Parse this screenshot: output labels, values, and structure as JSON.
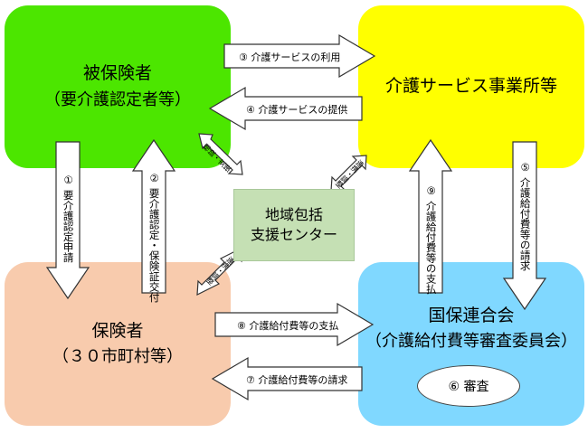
{
  "boxes": {
    "insured": {
      "line1": "被保険者",
      "line2": "（要介護認定者等）"
    },
    "provider": {
      "line1": "介護サービス事業所等"
    },
    "insurer": {
      "line1": "保険者",
      "line2": "（３０市町村等）"
    },
    "kokuho": {
      "line1": "国保連合会",
      "line2": "（介護給付費等審査委員会）"
    },
    "center": {
      "line1": "地域包括",
      "line2": "支援センター"
    },
    "review": {
      "label": "⑥ 審査"
    }
  },
  "arrows": {
    "a1": "① 要介護認定申請",
    "a2": "② 要介護認定・保険証交付",
    "a3": "③ 介護サービスの利用",
    "a4": "④ 介護サービスの提供",
    "a5": "⑤ 介護給付費等の請求",
    "a7": "⑦ 介護給付費等の請求",
    "a8": "⑧ 介護給付費等の支払",
    "a9": "⑨ 介護給付費等の支払"
  },
  "links": {
    "insured_center": "相談・支援",
    "provider_center": "連携・調整",
    "insurer_center": "連携・調整"
  }
}
